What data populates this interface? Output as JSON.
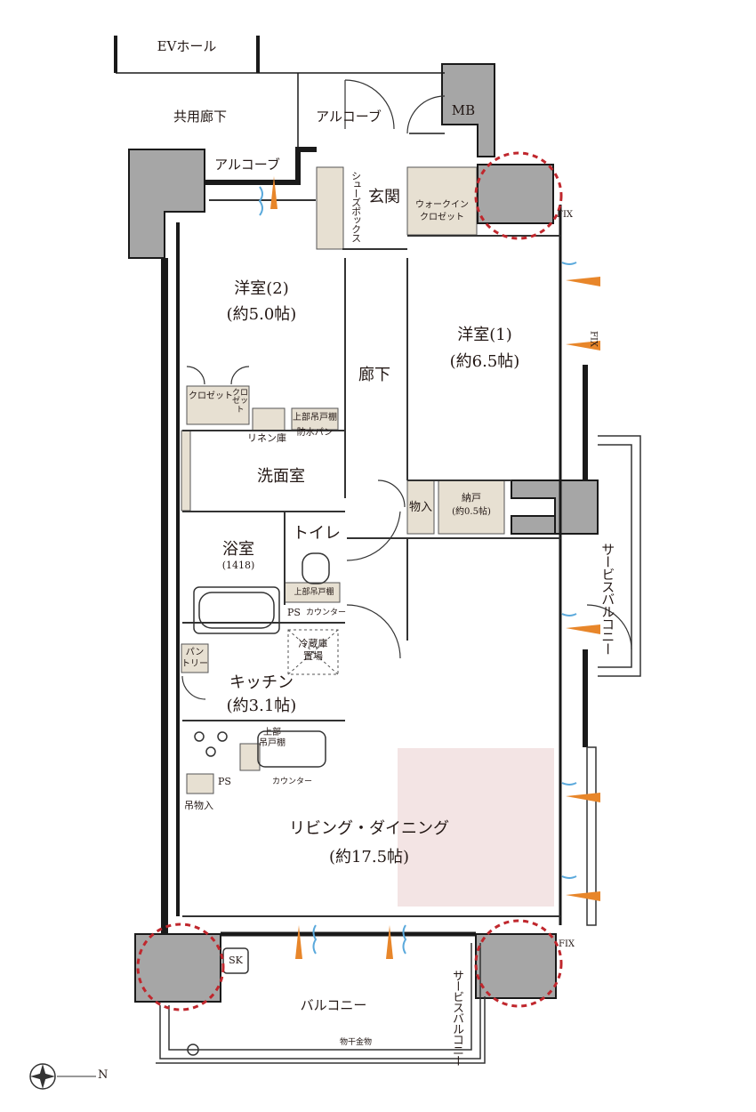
{
  "labels": {
    "ev_hall": "EVホール",
    "common_corridor": "共用廊下",
    "alcove_top": "アルコーブ",
    "alcove_left": "アルコーブ",
    "mb": "MB",
    "shoe_box": "シューズボックス",
    "entrance": "玄関",
    "walkin_closet": [
      "ウォークイン",
      "クロゼット"
    ],
    "western_room_2": [
      "洋室(2)",
      "(約5.0帖)"
    ],
    "western_room_1": [
      "洋室(1)",
      "(約6.5帖)"
    ],
    "corridor": "廊下",
    "closet_1": "クロゼット",
    "closet_2": "クロゼット",
    "linen": "リネン庫",
    "upper_cabinet_1": "上部吊戸棚",
    "waterproof_pan": "防水パン",
    "washroom": "洗面室",
    "storage_mono": "物入",
    "nando": [
      "納戸",
      "(約0.5帖)"
    ],
    "toilet": "トイレ",
    "bathroom": [
      "浴室",
      "(1418)"
    ],
    "upper_cabinet_2": "上部吊戸棚",
    "ps_1": "PS",
    "counter_1": "カウンター",
    "fridge": [
      "冷蔵庫",
      "置場"
    ],
    "pantry": [
      "パン",
      "トリー"
    ],
    "kitchen": [
      "キッチン",
      "(約3.1帖)"
    ],
    "upper_cabinet_3": [
      "上部",
      "吊戸棚"
    ],
    "ps_2": "PS",
    "counter_2": "カウンター",
    "hanging_storage": "吊物入",
    "living_dining": [
      "リビング・ダイニング",
      "(約17.5帖)"
    ],
    "service_balcony_right": "サービスバルコニー",
    "service_balcony_bottom": "サービスバルコニー",
    "balcony": "バルコニー",
    "laundry_hanger": "物干金物",
    "sk": "SK",
    "fix_1": "FIX",
    "fix_2": "FIX",
    "fix_3": "FIX",
    "compass_n": "N"
  },
  "colors": {
    "wall": "#1a1a1a",
    "column": "#a6a6a6",
    "storage": "#e7e0d2",
    "highlight": "#f3e4e4",
    "dashed_circle": "#c0272d",
    "breeze_orange": "#e8862a",
    "breeze_blue": "#5aa9dc"
  }
}
